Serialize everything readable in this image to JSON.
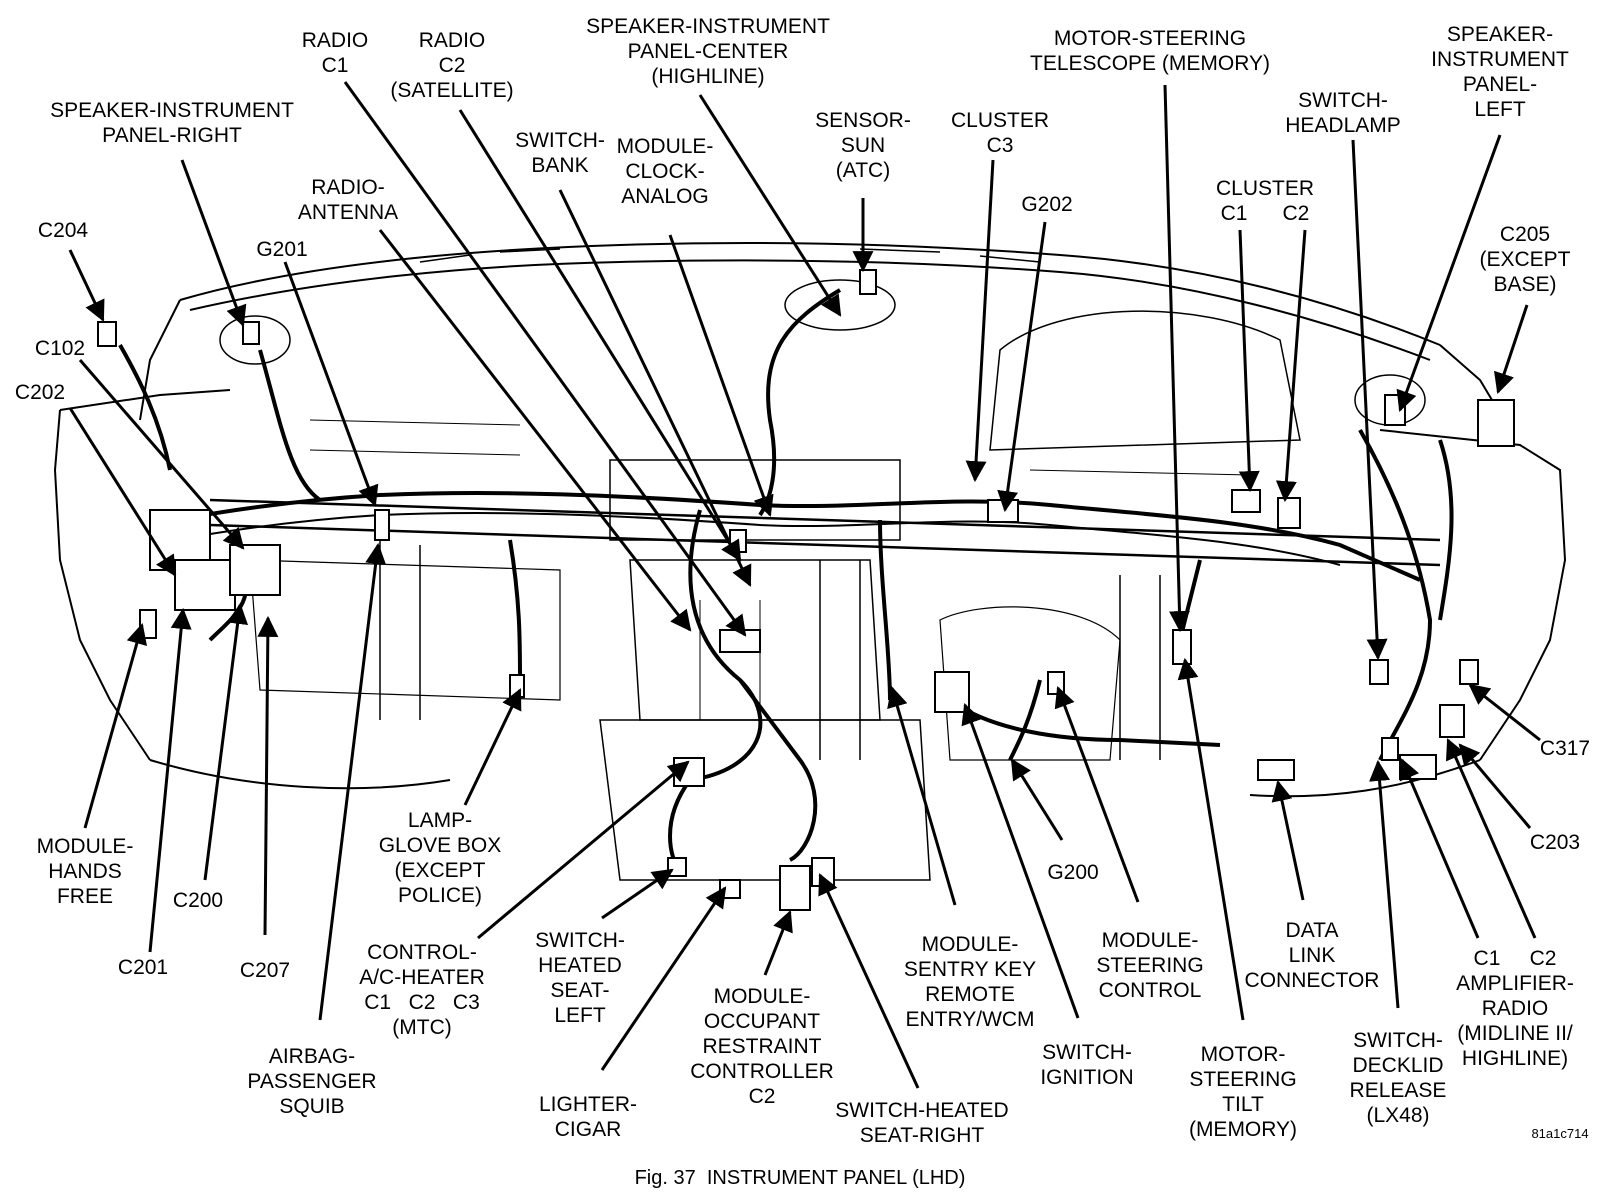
{
  "labels": {
    "speaker_ip_right": "SPEAKER-INSTRUMENT\nPANEL-RIGHT",
    "radio_c1": "RADIO\nC1",
    "radio_c2": "RADIO\nC2\n(SATELLITE)",
    "speaker_ip_center": "SPEAKER-INSTRUMENT\nPANEL-CENTER\n(HIGHLINE)",
    "motor_steering_telescope": "MOTOR-STEERING\nTELESCOPE (MEMORY)",
    "speaker_ip_left": "SPEAKER-\nINSTRUMENT\nPANEL-\nLEFT",
    "switch_headlamp": "SWITCH-\nHEADLAMP",
    "sensor_sun": "SENSOR-\nSUN\n(ATC)",
    "cluster_c3": "CLUSTER\nC3",
    "switch_bank": "SWITCH-\nBANK",
    "module_clock": "MODULE-\nCLOCK-\nANALOG",
    "radio_antenna": "RADIO-\nANTENNA",
    "g201": "G201",
    "c204": "C204",
    "c102": "C102",
    "c202": "C202",
    "g202": "G202",
    "cluster_c1_c2": "CLUSTER\nC1      C2",
    "c205": "C205\n(EXCEPT\nBASE)",
    "c317": "C317",
    "c203": "C203",
    "module_hands_free": "MODULE-\nHANDS\nFREE",
    "c200": "C200",
    "c201": "C201",
    "c207": "C207",
    "lamp_glove_box": "LAMP-\nGLOVE BOX\n(EXCEPT\nPOLICE)",
    "control_ac_heater": "CONTROL-\nA/C-HEATER\nC1   C2   C3\n(MTC)",
    "airbag_passenger": "AIRBAG-\nPASSENGER\nSQUIB",
    "switch_heated_seat_left": "SWITCH-\nHEATED\nSEAT-\nLEFT",
    "lighter_cigar": "LIGHTER-\nCIGAR",
    "module_orc": "MODULE-\nOCCUPANT\nRESTRAINT\nCONTROLLER\nC2",
    "switch_heated_seat_right": "SWITCH-HEATED\nSEAT-RIGHT",
    "module_skreem": "MODULE-\nSENTRY KEY\nREMOTE\nENTRY/WCM",
    "g200": "G200",
    "module_steering_control": "MODULE-\nSTEERING\nCONTROL",
    "switch_ignition": "SWITCH-\nIGNITION",
    "motor_steering_tilt": "MOTOR-\nSTEERING\nTILT\n(MEMORY)",
    "data_link_connector": "DATA\nLINK\nCONNECTOR",
    "switch_decklid": "SWITCH-\nDECKLID\nRELEASE\n(LX48)",
    "amplifier_radio": "C1     C2\nAMPLIFIER-\nRADIO\n(MIDLINE II/\nHIGHLINE)",
    "ref_code": "81a1c714",
    "figure_caption": "Fig. 37  INSTRUMENT PANEL (LHD)"
  }
}
